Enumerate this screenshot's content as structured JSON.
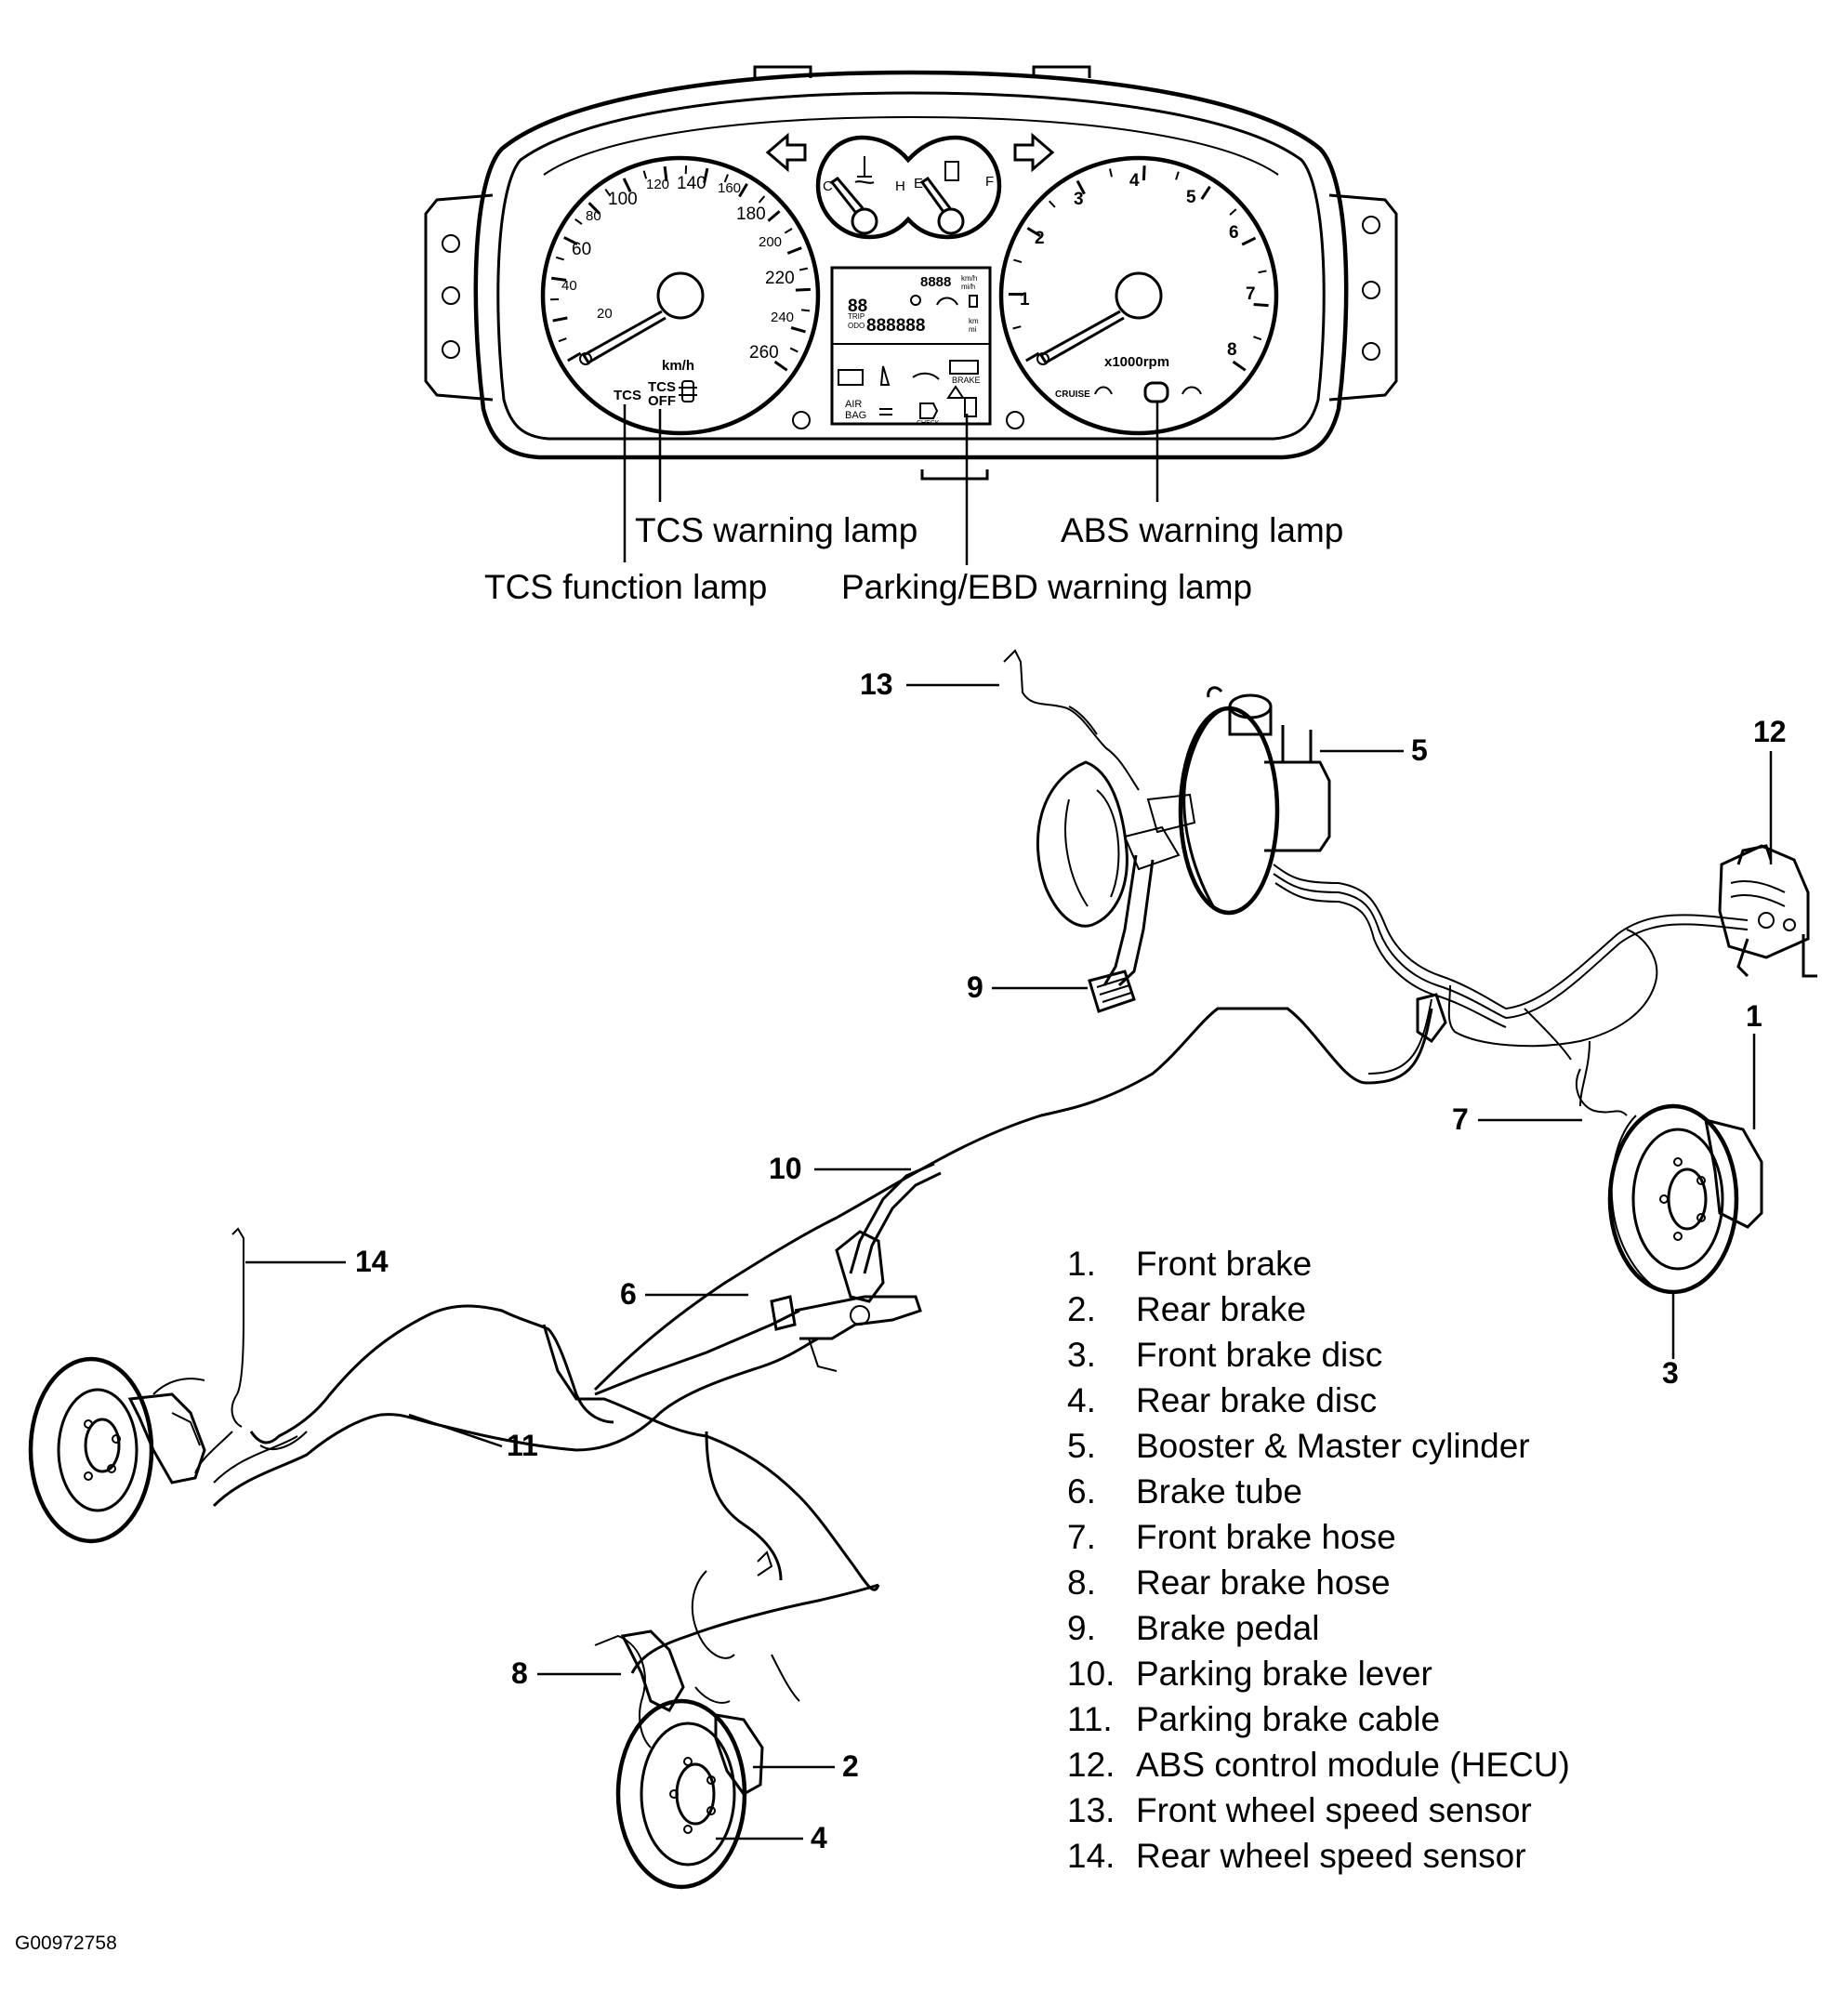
{
  "cluster": {
    "speedo_ticks": [
      "20",
      "40",
      "60",
      "80",
      "100",
      "120",
      "140",
      "160",
      "180",
      "200",
      "220",
      "240",
      "260"
    ],
    "speed_unit": "km/h",
    "tacho_ticks": [
      "1",
      "2",
      "3",
      "4",
      "5",
      "6",
      "7",
      "8"
    ],
    "tacho_unit": "x1000rpm",
    "gauge_marks": {
      "c": "C",
      "h": "H",
      "e": "E",
      "f": "F"
    },
    "lcd": {
      "seg1": "88",
      "seg2": "8888",
      "seg3": "888888",
      "u1": "km/h",
      "u2": "mi/h",
      "u3": "km",
      "u4": "mi",
      "trip": "TRIP",
      "odo": "ODO"
    },
    "indicators": {
      "tcs": "TCS",
      "tcs_off_top": "TCS",
      "tcs_off_bottom": "OFF",
      "brake": "BRAKE",
      "air": "AIR",
      "bag": "BAG",
      "check": "CHECK",
      "cruise": "CRUISE"
    }
  },
  "callouts": {
    "tcs_warning": "TCS warning lamp",
    "tcs_function": "TCS function lamp",
    "parking_ebd": "Parking/EBD warning lamp",
    "abs_warning": "ABS warning lamp"
  },
  "parts": [
    {
      "num": "1",
      "key_num": "1.",
      "name": "Front brake"
    },
    {
      "num": "2",
      "key_num": "2.",
      "name": "Rear brake"
    },
    {
      "num": "3",
      "key_num": "3.",
      "name": "Front brake disc"
    },
    {
      "num": "4",
      "key_num": "4.",
      "name": "Rear brake disc"
    },
    {
      "num": "5",
      "key_num": "5.",
      "name": "Booster & Master cylinder"
    },
    {
      "num": "6",
      "key_num": "6.",
      "name": "Brake tube"
    },
    {
      "num": "7",
      "key_num": "7.",
      "name": "Front brake hose"
    },
    {
      "num": "8",
      "key_num": "8.",
      "name": "Rear brake hose"
    },
    {
      "num": "9",
      "key_num": "9.",
      "name": "Brake pedal"
    },
    {
      "num": "10",
      "key_num": "10.",
      "name": "Parking brake lever"
    },
    {
      "num": "11",
      "key_num": "11.",
      "name": "Parking brake cable"
    },
    {
      "num": "12",
      "key_num": "12.",
      "name": "ABS control module (HECU)"
    },
    {
      "num": "13",
      "key_num": "13.",
      "name": "Front wheel speed sensor"
    },
    {
      "num": "14",
      "key_num": "14.",
      "name": "Rear wheel speed sensor"
    }
  ],
  "figure_id": "G00972758"
}
